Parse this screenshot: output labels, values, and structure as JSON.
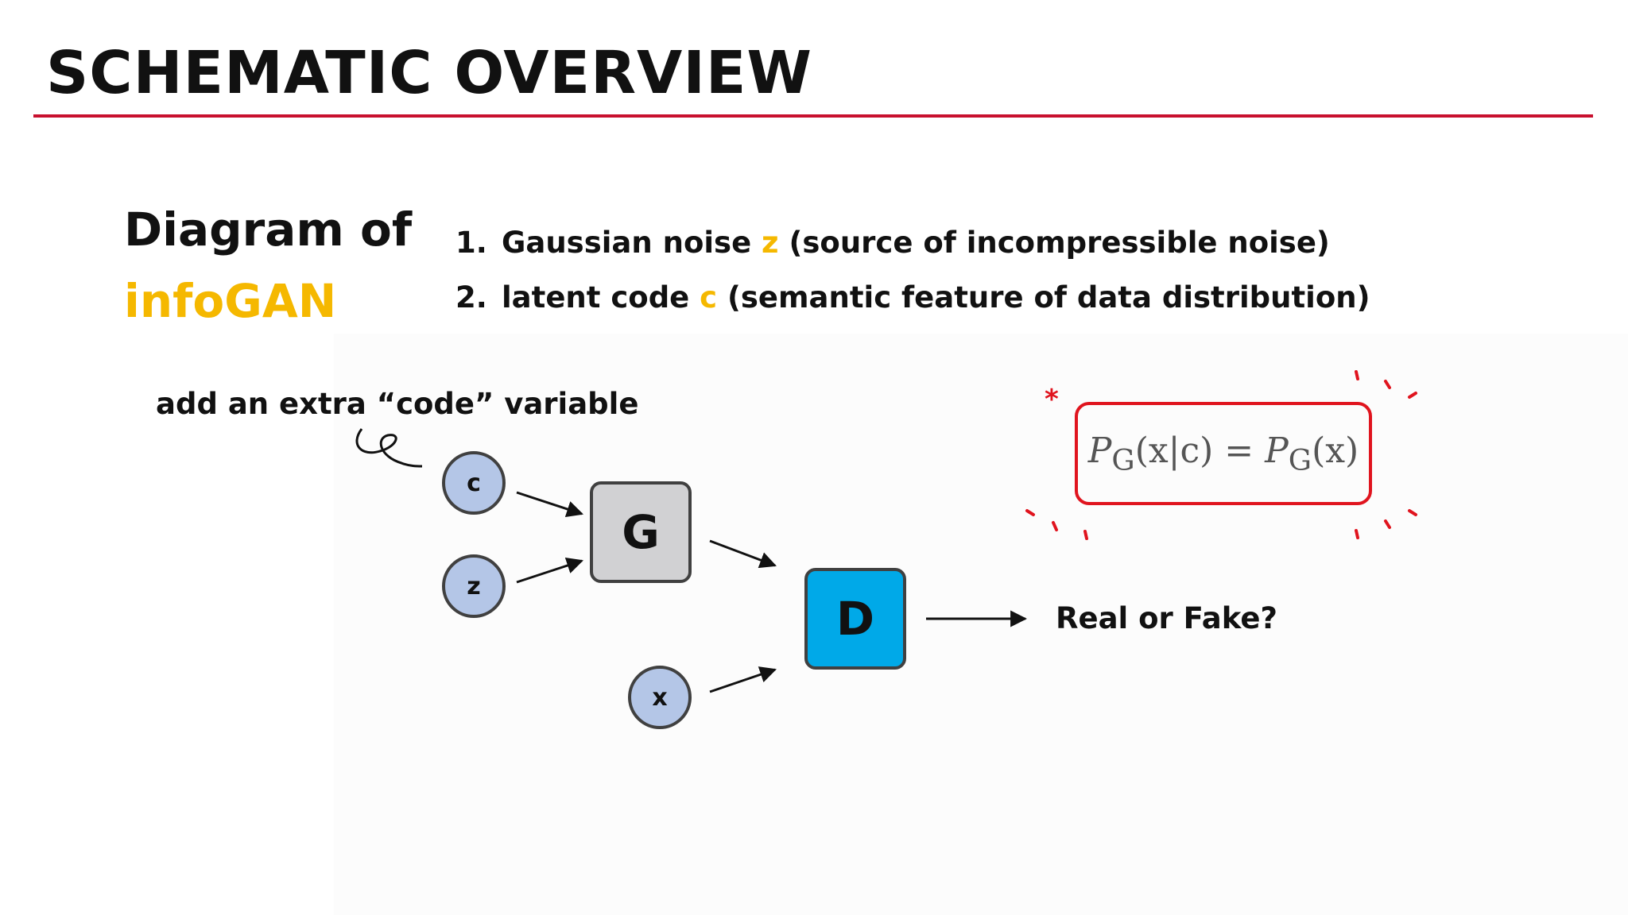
{
  "slide": {
    "title": "SCHEMATIC OVERVIEW",
    "heading_line1": "Diagram of",
    "heading_line2": "infoGAN"
  },
  "list": [
    {
      "num": "1.",
      "before": "Gaussian noise ",
      "highlight": "z",
      "after": " (source of incompressible noise)"
    },
    {
      "num": "2.",
      "before": "latent code ",
      "highlight": "c",
      "after": " (semantic feature of data distribution)"
    }
  ],
  "diagram": {
    "side_label": "add an extra “code” variable",
    "nodes": {
      "c": "c",
      "z": "z",
      "x": "x"
    },
    "generator": "G",
    "discriminator": "D",
    "output": "Real or Fake?",
    "asterisk": "*",
    "formula": {
      "lhs_sub": "G",
      "lhs_args": "(x|c)",
      "equals": " = ",
      "rhs_sub": "G",
      "rhs_args": "(x)"
    }
  },
  "colors": {
    "accent_rule": "#c8102e",
    "highlight": "#f5b800",
    "discriminator": "#00a9e8",
    "generator": "#d1d1d3",
    "node": "#b4c6e7",
    "formula_border": "#e0141e"
  }
}
